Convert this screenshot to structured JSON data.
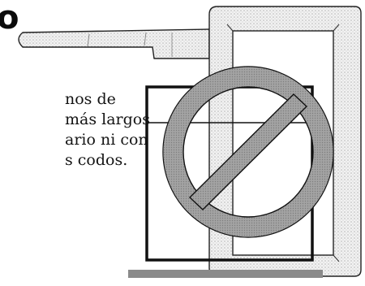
{
  "heading": "o",
  "paragraph_lines": [
    "nos de",
    "más largos",
    "ario ni con",
    "s codos."
  ],
  "illustration": {
    "prohibited_icon": "no-symbol-icon",
    "colors": {
      "ring": "#9a9a9a",
      "outline": "#111111",
      "fill_dotted": "#d6d6d6"
    }
  }
}
